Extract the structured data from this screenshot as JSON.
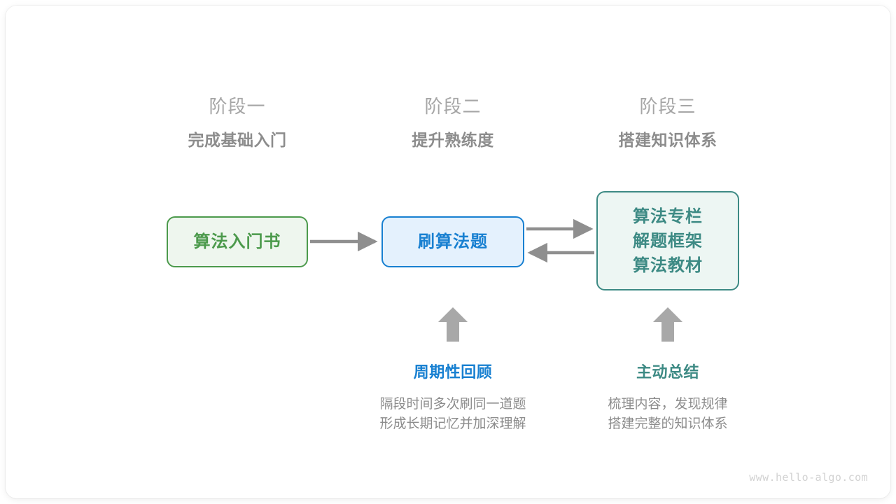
{
  "diagram": {
    "watermark": "www.hello-algo.com",
    "colors": {
      "stage_label": "#a6a6a6",
      "stage_title": "#8c8c8c",
      "green": "#4c9a4c",
      "green_fill": "#eef6ee",
      "blue": "#1880d1",
      "blue_fill": "#e4f1fd",
      "teal": "#3d8a84",
      "teal_fill": "#edf6f3",
      "arrow_gray": "#8f8f8f",
      "body_gray": "#8c8c8c",
      "background": "#ffffff"
    },
    "stages": [
      {
        "label": "阶段一",
        "title": "完成基础入门"
      },
      {
        "label": "阶段二",
        "title": "提升熟练度"
      },
      {
        "label": "阶段三",
        "title": "搭建知识体系"
      }
    ],
    "nodes": [
      {
        "id": "book",
        "lines": [
          "算法入门书"
        ]
      },
      {
        "id": "practice",
        "lines": [
          "刷算法题"
        ]
      },
      {
        "id": "knowledge",
        "lines": [
          "算法专栏",
          "解题框架",
          "算法教材"
        ]
      }
    ],
    "connections": [
      {
        "from": "book",
        "to": "practice",
        "direction": "right"
      },
      {
        "from": "practice",
        "to": "knowledge",
        "direction": "right"
      },
      {
        "from": "knowledge",
        "to": "practice",
        "direction": "left"
      }
    ],
    "annotations": [
      {
        "id": "review",
        "title": "周期性回顾",
        "desc_lines": [
          "隔段时间多次刷同一道题",
          "形成长期记忆并加深理解"
        ]
      },
      {
        "id": "summary",
        "title": "主动总结",
        "desc_lines": [
          "梳理内容，发现规律",
          "搭建完整的知识体系"
        ]
      }
    ]
  }
}
